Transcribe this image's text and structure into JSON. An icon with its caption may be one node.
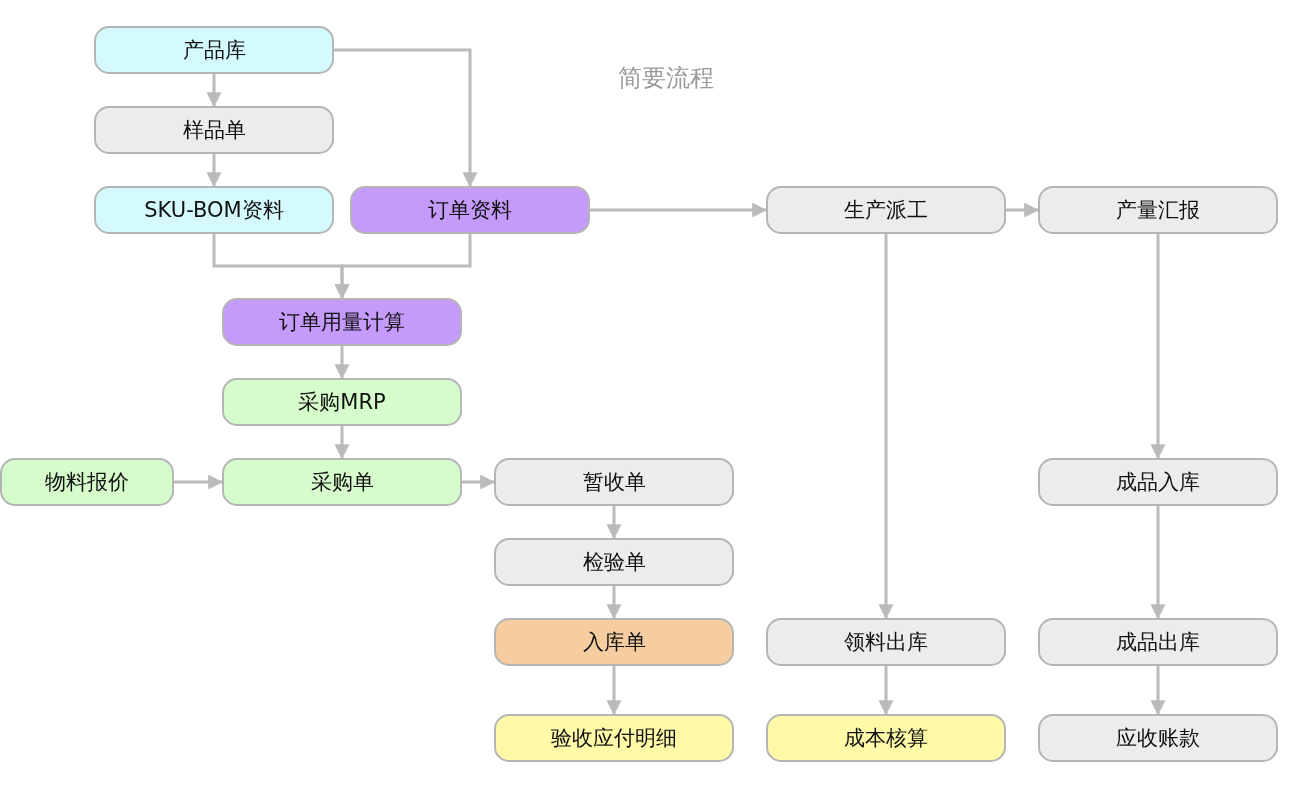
{
  "diagram": {
    "title": "简要流程",
    "nodes": [
      {
        "text": [
          "产品库"
        ]
      },
      {
        "text": [
          "样品单"
        ]
      },
      {
        "text": [
          "SKU-BOM资料"
        ]
      },
      {
        "text": [
          "订单资料"
        ]
      },
      {
        "text": [
          "生产派工"
        ]
      },
      {
        "text": [
          "产量汇报"
        ]
      },
      {
        "text": [
          "订单用量计算"
        ]
      },
      {
        "text": [
          "采购MRP"
        ]
      },
      {
        "text": [
          "物料报价"
        ]
      },
      {
        "text": [
          "采购单"
        ]
      },
      {
        "text": [
          "暂收单"
        ]
      },
      {
        "text": [
          "成品入库"
        ]
      },
      {
        "text": [
          "检验单"
        ]
      },
      {
        "text": [
          "入库单"
        ]
      },
      {
        "text": [
          "领料出库"
        ]
      },
      {
        "text": [
          "成品出库"
        ]
      },
      {
        "text": [
          "验收应付明细"
        ]
      },
      {
        "text": [
          "成本核算"
        ]
      },
      {
        "text": [
          "应收账款"
        ]
      }
    ],
    "edges": [
      {
        "from": 0,
        "to": 1,
        "arrow": "to"
      },
      {
        "from": 1,
        "to": 2,
        "arrow": "to"
      },
      {
        "from": 0,
        "to": 3,
        "arrow": "to"
      },
      {
        "from": 2,
        "to": 6,
        "arrow": "to"
      },
      {
        "from": 3,
        "to": 6,
        "arrow": "to"
      },
      {
        "from": 3,
        "to": 4,
        "arrow": "to"
      },
      {
        "from": 4,
        "to": 5,
        "arrow": "to"
      },
      {
        "from": 6,
        "to": 7,
        "arrow": "to"
      },
      {
        "from": 7,
        "to": 9,
        "arrow": "to"
      },
      {
        "from": 8,
        "to": 9,
        "arrow": "to"
      },
      {
        "from": 9,
        "to": 10,
        "arrow": "to"
      },
      {
        "from": 10,
        "to": 12,
        "arrow": "to"
      },
      {
        "from": 12,
        "to": 13,
        "arrow": "to"
      },
      {
        "from": 13,
        "to": 16,
        "arrow": "to"
      },
      {
        "from": 4,
        "to": 14,
        "arrow": "to"
      },
      {
        "from": 14,
        "to": 17,
        "arrow": "to"
      },
      {
        "from": 5,
        "to": 11,
        "arrow": "to"
      },
      {
        "from": 11,
        "to": 15,
        "arrow": "to"
      },
      {
        "from": 15,
        "to": 18,
        "arrow": "to"
      }
    ]
  }
}
